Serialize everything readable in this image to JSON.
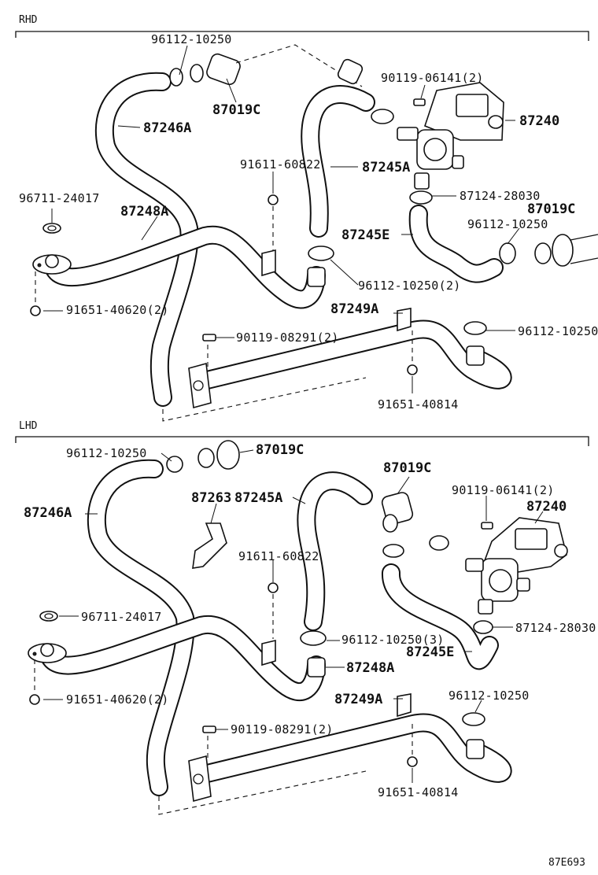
{
  "sections": {
    "rhd": "RHD",
    "lhd": "LHD"
  },
  "figure_code": "87E693",
  "rhd_labels": {
    "clamp_top": "96112-10250",
    "grommet_top": "87019C",
    "hose_246a": "87246A",
    "washer": "96711-24017",
    "hose_248a": "87248A",
    "plug_left": "91651-40620(2)",
    "bolt_center": "91611-60822",
    "bolt_valve": "90119-06141(2)",
    "valve": "87240",
    "hose_245a": "87245A",
    "clamp_valve": "87124-28030",
    "grommet_right": "87019C",
    "clamp_right": "96112-10250",
    "hose_245e": "87245E",
    "clamp_mid": "96112-10250(2)",
    "pipe_249a": "87249A",
    "bolt_pipe": "90119-08291(2)",
    "clamp_lower_right": "96112-10250",
    "plug_bottom": "91651-40814"
  },
  "lhd_labels": {
    "clamp_top": "96112-10250",
    "grommet_top": "87019C",
    "hose_246a": "87246A",
    "bracket": "87263",
    "hose_245a": "87245A",
    "grommet_mid": "87019C",
    "bolt_valve": "90119-06141(2)",
    "valve": "87240",
    "bolt_center": "91611-60822",
    "washer": "96711-24017",
    "clamp_mid": "96112-10250(3)",
    "clamp_valve": "87124-28030",
    "hose_245e": "87245E",
    "hose_248a": "87248A",
    "plug_left": "91651-40620(2)",
    "pipe_249a": "87249A",
    "clamp_lower_right": "96112-10250",
    "bolt_pipe": "90119-08291(2)",
    "plug_bottom": "91651-40814"
  }
}
